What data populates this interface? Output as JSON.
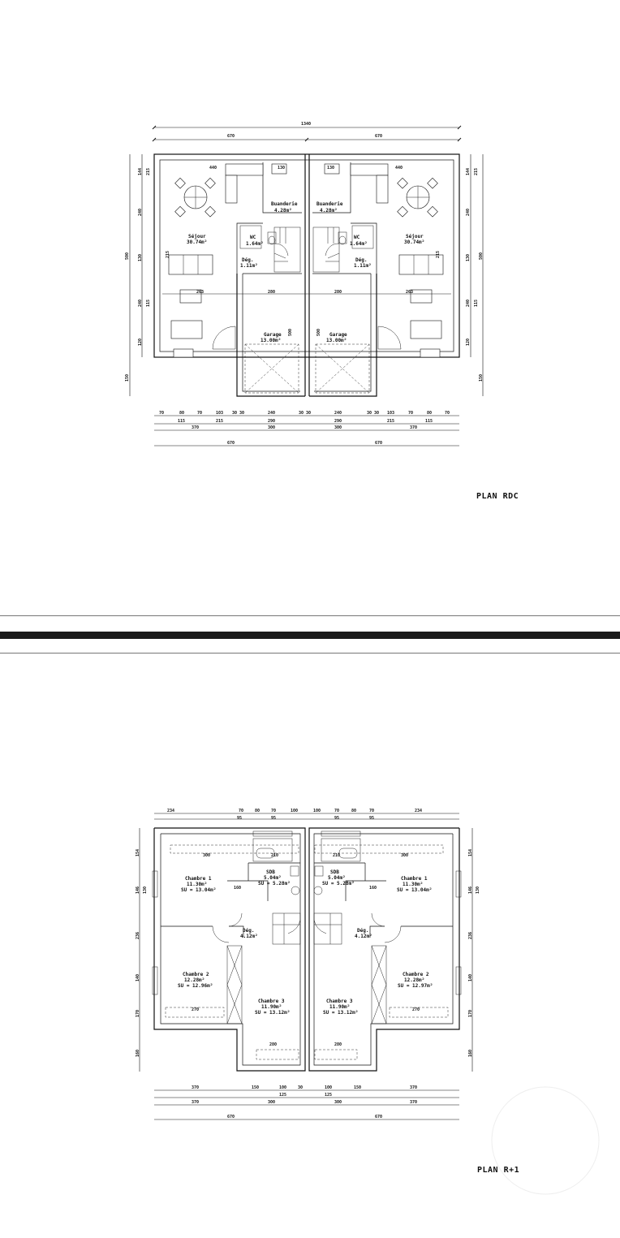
{
  "sheets": {
    "rdc": {
      "title": "PLAN RDC",
      "rooms": {
        "left": [
          {
            "name": "Buanderie",
            "area": "4.28m²"
          },
          {
            "name": "Séjour",
            "area": "30.74m²"
          },
          {
            "name": "WC",
            "area": "1.64m²"
          },
          {
            "name": "Dég.",
            "area": "1.11m²"
          },
          {
            "name": "Garage",
            "area": "13.00m²"
          }
        ],
        "right": [
          {
            "name": "Buanderie",
            "area": "4.28m²"
          },
          {
            "name": "Séjour",
            "area": "30.74m²"
          },
          {
            "name": "WC",
            "area": "1.64m²"
          },
          {
            "name": "Dég.",
            "area": "1.11m²"
          },
          {
            "name": "Garage",
            "area": "13.00m²"
          }
        ]
      },
      "dims": {
        "top_total": "1340",
        "top_half": [
          "670",
          "670"
        ],
        "inner_top": [
          "440",
          "130",
          "130",
          "440"
        ],
        "left_side": [
          "144",
          "215",
          "240",
          "130",
          "240",
          "115",
          "120"
        ],
        "left_outer": [
          "500",
          "150"
        ],
        "inner_mid": [
          "215",
          "263",
          "280",
          "280",
          "263",
          "215"
        ],
        "garage_h": [
          "500",
          "500"
        ],
        "bottom_row1": [
          "70",
          "80",
          "70",
          "103",
          "30",
          "30",
          "240",
          "30",
          "30",
          "240",
          "30",
          "30",
          "103",
          "70",
          "80",
          "70"
        ],
        "bottom_row2": [
          "115",
          "215",
          "290",
          "290",
          "215",
          "115"
        ],
        "bottom_row3": [
          "370",
          "300",
          "300",
          "370"
        ],
        "bottom_row4": [
          "670",
          "670"
        ]
      }
    },
    "r1": {
      "title": "PLAN R+1",
      "rooms": {
        "left": [
          {
            "name": "Chambre 1",
            "area": "11.30m²",
            "su": "SU = 13.04m²"
          },
          {
            "name": "SDB",
            "area": "5.04m²",
            "su": "SU = 5.28m²"
          },
          {
            "name": "Dég.",
            "area": "4.12m²"
          },
          {
            "name": "Chambre 2",
            "area": "12.28m²",
            "su": "SU = 12.96m²"
          },
          {
            "name": "Chambre 3",
            "area": "11.90m²",
            "su": "SU = 13.12m²"
          }
        ],
        "right": [
          {
            "name": "Chambre 1",
            "area": "11.30m²",
            "su": "SU = 13.04m²"
          },
          {
            "name": "SDB",
            "area": "5.04m²",
            "su": "SU = 5.28m²"
          },
          {
            "name": "Dég.",
            "area": "4.12m²"
          },
          {
            "name": "Chambre 2",
            "area": "12.28m²",
            "su": "SU = 12.97m²"
          },
          {
            "name": "Chambre 3",
            "area": "11.90m²",
            "su": "SU = 13.12m²"
          }
        ]
      },
      "dims": {
        "top_row1": [
          "234",
          "70",
          "80",
          "70",
          "100",
          "100",
          "70",
          "80",
          "70",
          "234"
        ],
        "top_row2": [
          "95",
          "95",
          "95",
          "95"
        ],
        "inner": [
          "300",
          "210",
          "210",
          "300",
          "160",
          "160",
          "270",
          "270",
          "280",
          "280"
        ],
        "left_side": [
          "154",
          "146",
          "130",
          "236",
          "140",
          "170",
          "160"
        ],
        "bottom_row1": [
          "370",
          "150",
          "100",
          "30",
          "100",
          "150",
          "370"
        ],
        "bottom_row1b": [
          "125",
          "125"
        ],
        "bottom_row2": [
          "370",
          "300",
          "300",
          "370"
        ],
        "bottom_row3": [
          "670",
          "670"
        ]
      }
    }
  }
}
